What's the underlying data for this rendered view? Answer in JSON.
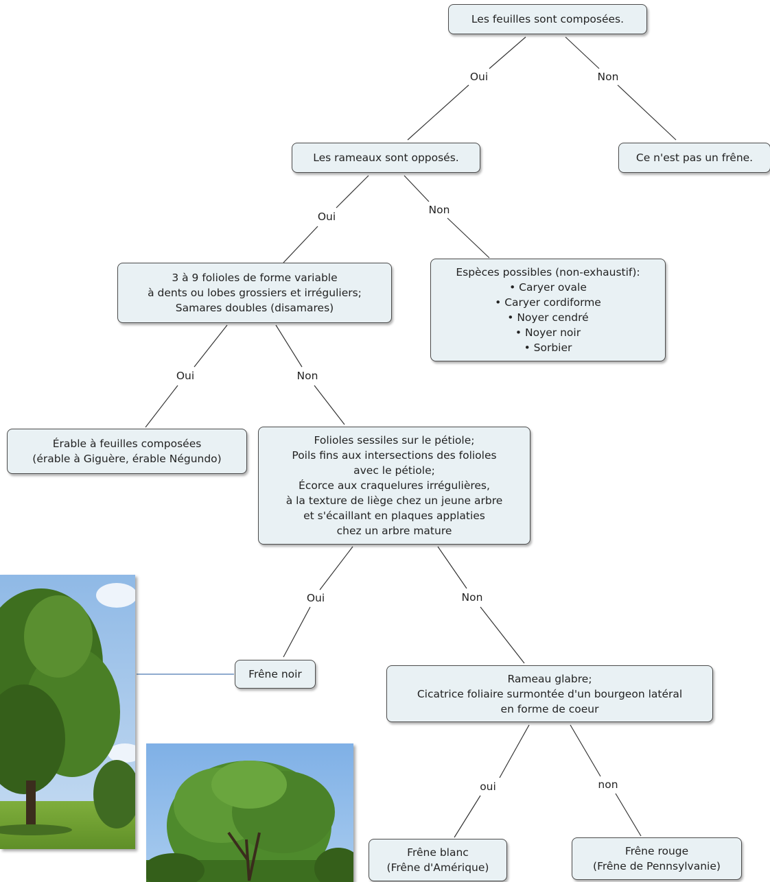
{
  "nodes": {
    "n1": "Les feuilles sont composées.",
    "n2": "Les rameaux sont opposés.",
    "n3": "Ce n'est pas un frêne.",
    "n4": [
      "3 à 9 folioles de forme variable",
      "à dents ou lobes grossiers et irréguliers;",
      "Samares doubles (disamares)"
    ],
    "n5": [
      "Espèces possibles (non-exhaustif):",
      "• Caryer ovale",
      "• Caryer cordiforme",
      "• Noyer cendré",
      "• Noyer noir",
      "• Sorbier"
    ],
    "n6": [
      "Érable à feuilles composées",
      "(érable à Giguère, érable Négundo)"
    ],
    "n7": [
      "Folioles sessiles sur le pétiole;",
      "Poils fins aux intersections des folioles",
      "avec le pétiole;",
      "Écorce aux craquelures irrégulières,",
      "à la texture de liège chez un jeune arbre",
      "et s'écaillant en plaques applaties",
      "chez un arbre mature"
    ],
    "n8": "Frêne noir",
    "n9": [
      "Rameau glabre;",
      "Cicatrice foliaire surmontée d'un bourgeon latéral",
      "en forme de coeur"
    ],
    "n10": [
      "Frêne blanc",
      "(Frêne d'Amérique)"
    ],
    "n11": [
      "Frêne rouge",
      "(Frêne de Pennsylvanie)"
    ]
  },
  "labels": {
    "l1": "Oui",
    "l2": "Non",
    "l3": "Oui",
    "l4": "Non",
    "l5": "Oui",
    "l6": "Non",
    "l7": "Oui",
    "l8": "Non",
    "l9": "oui",
    "l10": "non"
  },
  "colors": {
    "node_fill": "#e9f1f4",
    "node_border": "#4a4a4a",
    "edge": "#333333",
    "photo_link": "#4a78b0"
  },
  "images": {
    "photo1": "black-ash-tree-photo",
    "photo2": "ash-tree-photo"
  }
}
